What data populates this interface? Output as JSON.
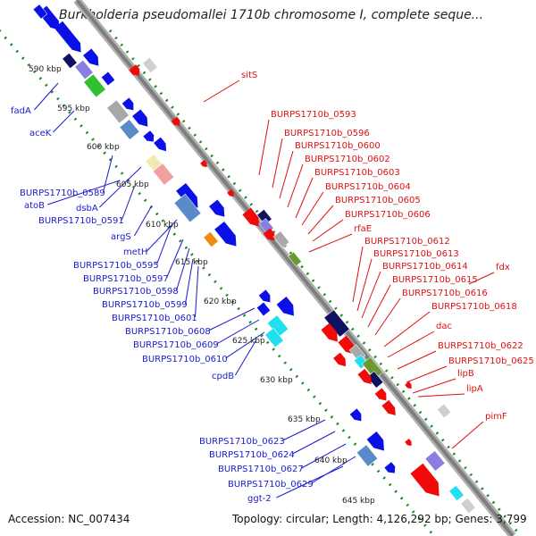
{
  "header": {
    "title": "Burkholderia pseudomallei 1710b chromosome I, complete seque..."
  },
  "footer": {
    "accession": "Accession: NC_007434",
    "topology": "Topology: circular; Length: 4,126,292 bp; Genes: 3,799"
  },
  "colors": {
    "forward_label": "#1a1ad0",
    "reverse_label": "#e01010",
    "backbone": "#8a8a8a",
    "ruler_dots": "#1a8a1a",
    "gene_blue": "#0a10e6",
    "gene_red": "#f00a0a"
  },
  "kbp_ticks": [
    {
      "label": "590 kbp"
    },
    {
      "label": "595 kbp"
    },
    {
      "label": "600 kbp"
    },
    {
      "label": "605 kbp"
    },
    {
      "label": "610 kbp"
    },
    {
      "label": "615 kbp"
    },
    {
      "label": "620 kbp"
    },
    {
      "label": "625 kbp"
    },
    {
      "label": "630 kbp"
    },
    {
      "label": "635 kbp"
    },
    {
      "label": "640 kbp"
    },
    {
      "label": "645 kbp"
    }
  ],
  "left_labels": [
    "fadA",
    "aceK",
    "BURPS1710b_0589",
    "atoB",
    "dsbA",
    "BURPS1710b_0591",
    "argS",
    "metH",
    "BURPS1710b_0595",
    "BURPS1710b_0597",
    "BURPS1710b_0598",
    "BURPS1710b_0599",
    "BURPS1710b_0601",
    "BURPS1710b_0608",
    "BURPS1710b_0609",
    "BURPS1710b_0610",
    "cpdB",
    "BURPS1710b_0623",
    "BURPS1710b_0624",
    "BURPS1710b_0627",
    "BURPS1710b_0629",
    "ggt-2"
  ],
  "right_labels": [
    "sitS",
    "BURPS1710b_0593",
    "BURPS1710b_0596",
    "BURPS1710b_0600",
    "BURPS1710b_0602",
    "BURPS1710b_0603",
    "BURPS1710b_0604",
    "BURPS1710b_0605",
    "BURPS1710b_0606",
    "rfaE",
    "BURPS1710b_0612",
    "BURPS1710b_0613",
    "BURPS1710b_0614",
    "fdx",
    "BURPS1710b_0615",
    "BURPS1710b_0616",
    "BURPS1710b_0618",
    "dac",
    "BURPS1710b_0622",
    "BURPS1710b_0625",
    "lipB",
    "lipA",
    "pimF"
  ]
}
